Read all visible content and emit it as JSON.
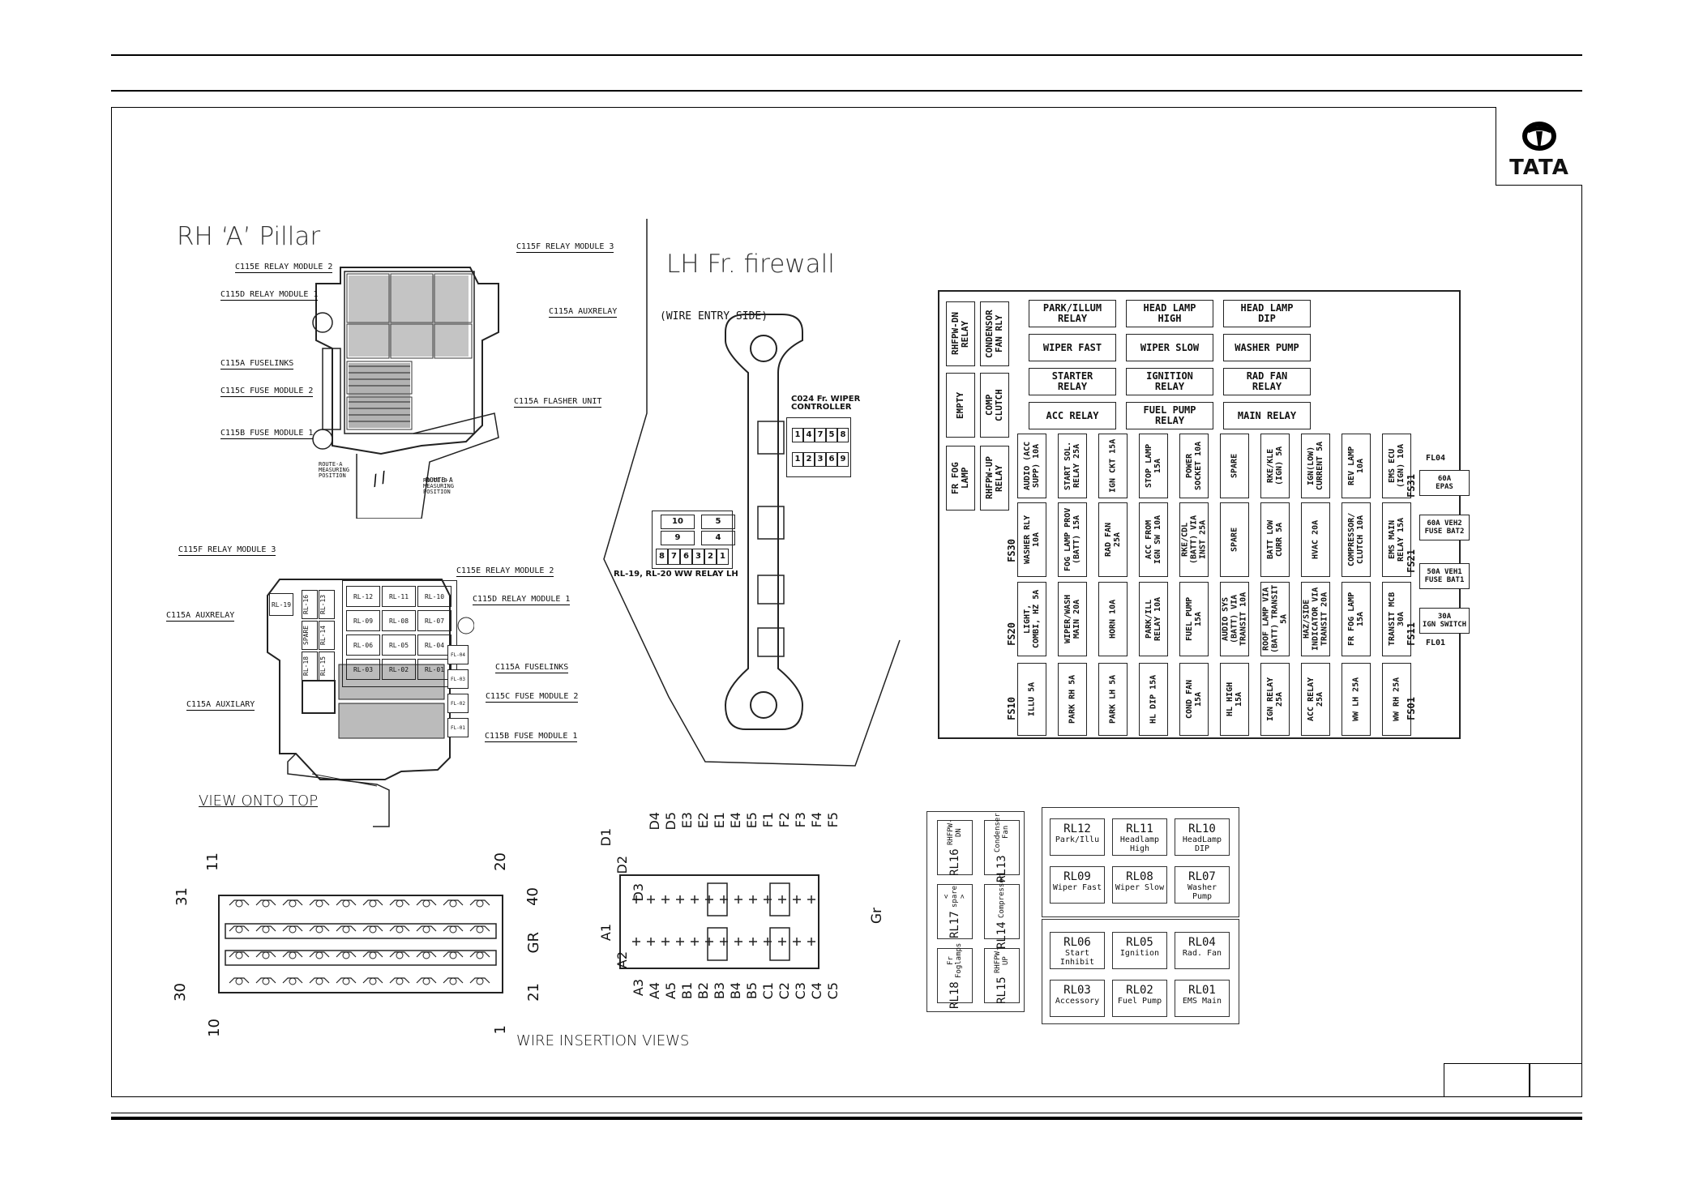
{
  "logo": {
    "text": "TATA"
  },
  "titles": {
    "rh_pillar": "RH ‘A’ Pillar",
    "lh_firewall": "LH Fr. firewall",
    "wire_entry_side": "(WIRE ENTRY SIDE)",
    "view_onto_top": "VIEW ONTO TOP",
    "wire_insertion_views": "WIRE INSERTION VIEWS"
  },
  "pillar_callouts": {
    "c115e_1": "C115E RELAY MODULE 2",
    "c115d_1": "C115D RELAY MODULE 1",
    "c115a_fuselinks_1": "C115A FUSELINKS",
    "c115c_1": "C115C FUSE MODULE 2",
    "c115b_1": "C115B FUSE MODULE 1",
    "c115f_1": "C115F RELAY MODULE 3",
    "c115a_auxrelay_1": "C115A AUXRELAY",
    "c115a_flasher": "C115A FLASHER UNIT",
    "route_a": "ROUTE-A\nMEASURING\nPOSITION",
    "route_b": "ROUTE-B\nMEASURING\nPOSITION",
    "c115f_2": "C115F RELAY MODULE 3",
    "c115a_auxrelay_2": "C115A AUXRELAY",
    "c115a_auxilary": "C115A AUXILARY",
    "c115e_2": "C115E RELAY MODULE 2",
    "c115d_2": "C115D RELAY MODULE 1",
    "c115a_fuselinks_2": "C115A FUSELINKS",
    "c115c_2": "C115C FUSE MODULE 2",
    "c115b_2": "C115B FUSE MODULE 1"
  },
  "top_view_relays": {
    "left_col": [
      "RL-19"
    ],
    "col2": [
      "RL-16",
      "SPARE",
      "RL-18"
    ],
    "col3": [
      "RL-13",
      "RL-14",
      "RL-15"
    ],
    "row1": [
      "RL-12",
      "RL-11",
      "RL-10"
    ],
    "row2": [
      "RL-09",
      "RL-08",
      "RL-07"
    ],
    "row3": [
      "RL-06",
      "RL-05",
      "RL-04"
    ],
    "row4": [
      "RL-03",
      "RL-02",
      "RL-01"
    ],
    "small_right": [
      "FL-04",
      "FL-03",
      "FL-02",
      "FL-01"
    ]
  },
  "firewall": {
    "wiper_ctrl": "C024 Fr. WIPER\nCONTROLLER",
    "wiper_pins_top": [
      "1",
      "4",
      "7",
      "5",
      "8"
    ],
    "wiper_pins_bot": [
      "1",
      "2",
      "3",
      "6",
      "9"
    ],
    "relay_label": "RL-19, RL-20 WW RELAY LH",
    "relay_pins_top": [
      "10",
      "5"
    ],
    "relay_pins_mid": [
      "9",
      "4"
    ],
    "relay_pins_bot": [
      "8",
      "7",
      "6",
      "3",
      "2",
      "1"
    ]
  },
  "connector1": {
    "top_left": "11",
    "top_left2": "31",
    "top_right": "20",
    "top_right2": "40",
    "bot_left": "10",
    "bot_left2": "30",
    "bot_right": "1",
    "bot_right2": "21",
    "gr": "GR"
  },
  "connector2": {
    "top": [
      "D1",
      "D2",
      "D3",
      "D4",
      "D5",
      "E3",
      "E2",
      "E1",
      "E4",
      "E5",
      "F1",
      "F2",
      "F3",
      "F4",
      "F5"
    ],
    "bottom": [
      "A1",
      "A2",
      "A3",
      "A4",
      "A5",
      "B1",
      "B2",
      "B3",
      "B4",
      "B5",
      "C1",
      "C2",
      "C3",
      "C4",
      "C5"
    ],
    "gr": "Gr"
  },
  "fusebox": {
    "left_boxes": [
      "RHFPW-DN\nRELAY",
      "CONDENSOR\nFAN RLY",
      "EMPTY",
      "COMP\nCLUTCH",
      "FR FOG\nLAMP",
      "RHFPW-UP\nRELAY"
    ],
    "relays": [
      "PARK/ILLUM\nRELAY",
      "HEAD LAMP\nHIGH",
      "HEAD LAMP\nDIP",
      "WIPER FAST",
      "WIPER SLOW",
      "WASHER PUMP",
      "STARTER\nRELAY",
      "IGNITION\nRELAY",
      "RAD FAN\nRELAY",
      "ACC RELAY",
      "FUEL PUMP\nRELAY",
      "MAIN RELAY"
    ],
    "row1": [
      "AUDIO (ACC\nSUPP) 10A",
      "START SOL.\nRELAY 25A",
      "IGN CKT 15A",
      "STOP LAMP\n15A",
      "POWER\nSOCKET 10A",
      "SPARE",
      "RKE/KLE\n(IGN) 5A",
      "IGN(LOW)\nCURRENT 5A",
      "REV LAMP\n10A",
      "EMS ECU\n(IGN) 10A"
    ],
    "row2": [
      "WASHER RLY\n10A",
      "FOG LAMP PROV\n(BATT) 15A",
      "RAD FAN\n25A",
      "ACC FROM\nIGN SW 10A",
      "RKE/CDL\n(BATT) VIA\nINST 25A",
      "SPARE",
      "BATT LOW\nCURR 5A",
      "HVAC 20A",
      "COMPRESSOR/\nCLUTCH 10A",
      "EMS MAIN\nRELAY 15A"
    ],
    "row3": [
      "LIGHT,\nCOMBI, HZ 5A",
      "WIPER/WASH\nMAIN 20A",
      "HORN 10A",
      "PARK/ILL\nRELAY 10A",
      "FUEL PUMP\n15A",
      "AUDIO SYS\n(BATT) VIA\nTRANSIT 10A",
      "ROOF LAMP VIA\n(BATT) TRANSIT\n5A",
      "HAZ/SIDE\nINDICATOR VIA\nTRANSIT 20A",
      "FR FOG LAMP\n15A",
      "TRANSIT MCB\n30A"
    ],
    "row4": [
      "ILLU 5A",
      "PARK RH 5A",
      "PARK LH 5A",
      "HL DIP 15A",
      "COND FAN\n15A",
      "HL HIGH\n15A",
      "IGN RELAY\n25A",
      "ACC RELAY\n25A",
      "WW LH 25A",
      "WW RH 25A"
    ],
    "fs_labels": [
      "FS30",
      "FS20",
      "FS10",
      "FS31",
      "FS21",
      "FS11",
      "FS01"
    ],
    "fl_labels": [
      "FL04",
      "FL01"
    ],
    "fuselinks": [
      "60A\nEPAS",
      "60A VEH2\nFUSE BAT2",
      "50A VEH1\nFUSE BAT1",
      "30A\nIGN SWITCH"
    ]
  },
  "relay_panel_left": [
    {
      "id": "RL16",
      "name": "RHFPW-DN"
    },
    {
      "id": "RL13",
      "name": "Condenser Fan"
    },
    {
      "id": "RL17",
      "name": "< spare >"
    },
    {
      "id": "RL14",
      "name": "Compressor"
    },
    {
      "id": "RL18",
      "name": "Fr Foglamps"
    },
    {
      "id": "RL15",
      "name": "RHFPW-UP"
    }
  ],
  "relay_panel_right": [
    {
      "id": "RL12",
      "name": "Park/Illu"
    },
    {
      "id": "RL11",
      "name": "Headlamp High"
    },
    {
      "id": "RL10",
      "name": "HeadLamp DIP"
    },
    {
      "id": "RL09",
      "name": "Wiper Fast"
    },
    {
      "id": "RL08",
      "name": "Wiper Slow"
    },
    {
      "id": "RL07",
      "name": "Washer Pump"
    },
    {
      "id": "RL06",
      "name": "Start Inhibit"
    },
    {
      "id": "RL05",
      "name": "Ignition"
    },
    {
      "id": "RL04",
      "name": "Rad. Fan"
    },
    {
      "id": "RL03",
      "name": "Accessory"
    },
    {
      "id": "RL02",
      "name": "Fuel Pump"
    },
    {
      "id": "RL01",
      "name": "EMS Main"
    }
  ]
}
